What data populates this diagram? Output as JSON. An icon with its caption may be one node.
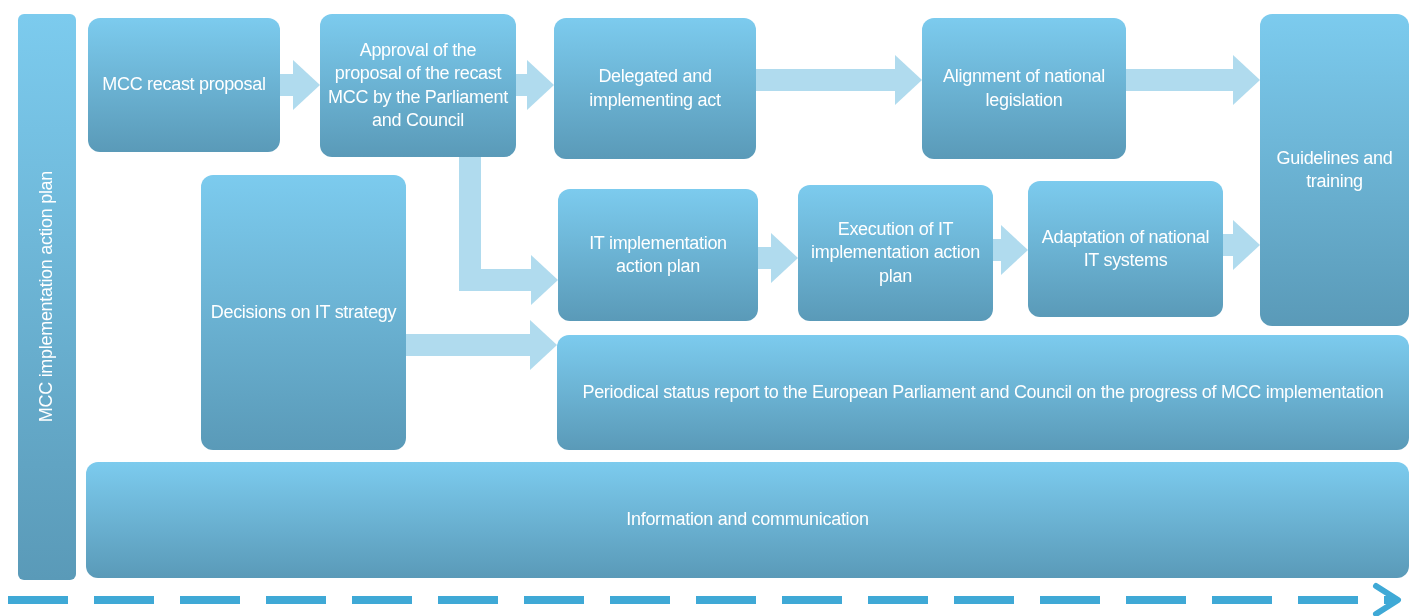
{
  "diagram": {
    "nodes": [
      {
        "text": [
          "MCC implementation action plan"
        ]
      },
      {
        "text": [
          "MCC recast proposal"
        ]
      },
      {
        "text": [
          "Approval of the proposal of the recast MCC by the Parliament and Council"
        ]
      },
      {
        "text": [
          "Delegated and implementing act"
        ]
      },
      {
        "text": [
          "Alignment of national legislation"
        ]
      },
      {
        "text": [
          "Guidelines and training"
        ]
      },
      {
        "text": [
          "Decisions on IT strategy"
        ]
      },
      {
        "text": [
          "IT implementation action plan"
        ]
      },
      {
        "text": [
          "Execution of IT implementation action plan"
        ]
      },
      {
        "text": [
          "Adaptation of national IT systems"
        ]
      },
      {
        "text": [
          "Periodical status report to the European Parliament and Council on the progress of MCC implementation"
        ]
      },
      {
        "text": [
          "Information and communication"
        ]
      }
    ],
    "edges": [
      {
        "from": 1,
        "to": 2,
        "arrow": "to"
      },
      {
        "from": 2,
        "to": 3,
        "arrow": "to"
      },
      {
        "from": 3,
        "to": 4,
        "arrow": "to"
      },
      {
        "from": 4,
        "to": 5,
        "arrow": "to"
      },
      {
        "from": 2,
        "to": 7,
        "arrow": "to"
      },
      {
        "from": 6,
        "to": 10,
        "arrow": "to"
      },
      {
        "from": 7,
        "to": 8,
        "arrow": "to"
      },
      {
        "from": 8,
        "to": 9,
        "arrow": "to"
      },
      {
        "from": 9,
        "to": 5,
        "arrow": "to"
      }
    ]
  }
}
